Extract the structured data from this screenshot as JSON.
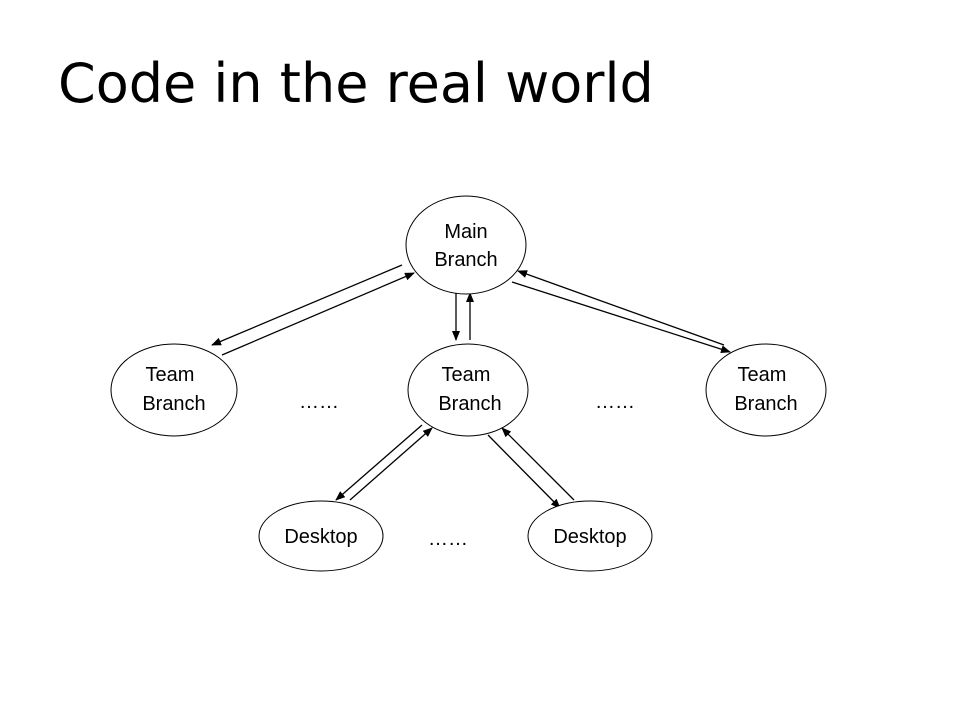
{
  "slide": {
    "title": "Code in the real world"
  },
  "diagram": {
    "nodes": {
      "main": {
        "line1": "Main",
        "line2": "Branch"
      },
      "team_left": {
        "line1": "Team",
        "line2": "Branch"
      },
      "team_center": {
        "line1": "Team",
        "line2": "Branch"
      },
      "team_right": {
        "line1": "Team",
        "line2": "Branch"
      },
      "desktop_left": {
        "label": "Desktop"
      },
      "desktop_right": {
        "label": "Desktop"
      }
    },
    "ellipses": {
      "team_left_gap": "……",
      "team_right_gap": "……",
      "desktop_gap": "……"
    }
  }
}
